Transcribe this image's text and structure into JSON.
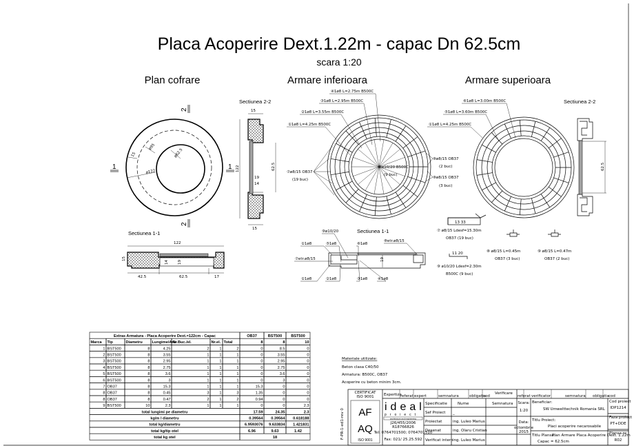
{
  "header": {
    "title": "Placa Acoperire Dext.1.22m - capac Dn 62.5cm",
    "scale": "scara 1:20"
  },
  "views": {
    "plan_cofrare": "Plan cofrare",
    "armare_inferioara": "Armare inferioara",
    "armare_superioara": "Armare superioara"
  },
  "plan": {
    "section_mark_1": "1",
    "section_mark_2": "2",
    "d_inner": "ø62.5",
    "d_mid": "ø95",
    "d_outer": "ø122",
    "rim": "15",
    "section_2_2": "Sectiunea 2-2",
    "s22_dims": {
      "top": "15",
      "height": "122",
      "opening": "62.5",
      "d19": "19",
      "d14": "14",
      "bottom": "15"
    },
    "section_1_1": "Sectiunea 1-1",
    "s11_dims": {
      "width": "122",
      "h15": "15",
      "d14": "14",
      "d19": "19",
      "left": "42.5",
      "mid": "62.5",
      "right": "17"
    }
  },
  "armare_inf": {
    "labels": [
      "④1ø8 L=2.75m B500C",
      "③1ø8 L=2.95m B500C",
      "②1ø8 L=3.55m B500C",
      "①1ø8 L=4.25m B500C"
    ],
    "stirrup_7": "⑦ø8/15 OB37",
    "stirrup_7_count": "(19 buc)",
    "bar_9": "⑨ø10/20 B500C",
    "bar_9_count": "(9 buc)",
    "stirrup_8a": "⑧ø8/15 OB37",
    "stirrup_8a_count": "(2 buc)",
    "stirrup_8b": "⑧ø8/15 OB37",
    "stirrup_8b_count": "(3 buc)"
  },
  "armare_sup": {
    "labels": [
      "⑥1ø8 L=3.00m B500C",
      "⑤1ø8 L=3.60m B500C",
      "①1ø8 L=4.25m B500C"
    ],
    "section_2_2": "Sectiunea 2-2",
    "opening": "62.5"
  },
  "section_reinf": {
    "title": "Sectiunea 1-1",
    "top_labels": [
      "⑨ø10/20",
      "①1ø8",
      "⑤1ø8",
      "⑥1ø8",
      "⑧etr.ø8/15"
    ],
    "left_label": "⑦etr.ø8/15",
    "bottom_labels": [
      "①1ø8",
      "②1ø8",
      "③1ø8",
      "④1ø8"
    ],
    "dim": "19"
  },
  "bar_shapes": {
    "b7_dims": "13   33",
    "b7_line1": "⑦ ø8/15 Ldesf=15.30m",
    "b7_line2": "OB37 (19 buc)",
    "b9_dims": "11   20",
    "b9_line1": "⑨ ø10/20 Ldesf=2.30m",
    "b9_line2": "B500C (9 buc)",
    "b8_line1": "⑧ ø8/15 L=0.45m",
    "b8_line2": "OB37 (3 buc)",
    "b9s_line1": "⑨ ø8/15 L=0.47m",
    "b9s_line2": "OB37 (2 buc)"
  },
  "notes": {
    "heading": "Materiale utilizate:",
    "lines": [
      "Beton clasa C40/50",
      "Armatura: B500C, OB37",
      "Acoperire cu beton minim 3cm."
    ]
  },
  "rebar_table": {
    "title": "Extras Armatura - Placa Acoperire Dext.=122cm - Capac",
    "steel_headers": [
      "OB37",
      "BST500",
      "BST500"
    ],
    "columns": [
      "Marca",
      "Tip",
      "Diametru",
      "Lungime/Arie",
      "Nr.Buc./el.",
      "Nr.el.",
      "Total"
    ],
    "diameters": [
      "8",
      "8",
      "10"
    ],
    "rows": [
      [
        "1",
        "BST500",
        "8",
        "4.25",
        "2",
        "1",
        "2",
        "0",
        "8.5",
        "0"
      ],
      [
        "2",
        "BST500",
        "8",
        "3.55",
        "1",
        "1",
        "1",
        "0",
        "3.55",
        "0"
      ],
      [
        "3",
        "BST500",
        "8",
        "2.95",
        "1",
        "1",
        "1",
        "0",
        "2.95",
        "0"
      ],
      [
        "4",
        "BST500",
        "8",
        "2.75",
        "1",
        "1",
        "1",
        "0",
        "2.75",
        "0"
      ],
      [
        "5",
        "BST500",
        "8",
        "3.6",
        "1",
        "1",
        "1",
        "0",
        "3.6",
        "0"
      ],
      [
        "6",
        "BST500",
        "8",
        "3",
        "1",
        "1",
        "1",
        "0",
        "3",
        "0"
      ],
      [
        "7",
        "OB37",
        "8",
        "15.3",
        "1",
        "1",
        "1",
        "15.3",
        "0",
        "0"
      ],
      [
        "8",
        "OB37",
        "8",
        "0.45",
        "3",
        "1",
        "3",
        "1.35",
        "0",
        "0"
      ],
      [
        "8",
        "OB37",
        "8",
        "0.47",
        "2",
        "1",
        "2",
        "0.94",
        "0",
        "0"
      ],
      [
        "9",
        "BST500",
        "10",
        "2.3",
        "1",
        "1",
        "1",
        "0",
        "0",
        "2.3"
      ]
    ],
    "totals": [
      {
        "label": "total lungimi pe diametru",
        "values": [
          "17.59",
          "24.35",
          "2.3"
        ]
      },
      {
        "label": "kg/m l diametru",
        "values": [
          "0.39564",
          "0.39564",
          "0.618188"
        ]
      },
      {
        "label": "total kg/diametru",
        "values": [
          "6.9593076",
          "9.633834",
          "1.421831"
        ]
      },
      {
        "label": "total kg/tip otel",
        "values": [
          "6.96",
          "9.63",
          "1.42"
        ]
      }
    ],
    "grand_total_label": "total kg otel",
    "grand_total": "18"
  },
  "title_block": {
    "form_code": "F-PR-1-ed1-rev 0",
    "certificate": "CERTIFICAT",
    "iso": "ISO 9001",
    "afaq_logo": [
      "AF",
      "AQ",
      "ISO 9001"
    ],
    "expertiza": "Expertiza",
    "expertiza_cols": [
      "referat",
      "expert",
      "semnatura",
      "obligatia",
      "cod"
    ],
    "verificare": "Verificare",
    "verificare_cols": [
      "referat",
      "verificator",
      "semnatura",
      "obligatia",
      "cod"
    ],
    "company_logo": "ideal",
    "company_sub": "proiect",
    "company_tag": "architecture and engineering",
    "company_info": [
      "J26/455/2006",
      "R18766826",
      "Tel: 0764701500; 0764701510",
      "Fax: 021/ 25.25.592"
    ],
    "staff_headers": [
      "Specificatie",
      "Nume",
      "Semnatura"
    ],
    "staff": [
      {
        "role": "Sef Proiect",
        "name": "_"
      },
      {
        "role": "Proiectat",
        "name": "ing. Luleo Marius"
      },
      {
        "role": "Desenat",
        "name": "ing. Olaru Cristian"
      },
      {
        "role": "Verificat intern",
        "name": "ing. Luleo Marius"
      }
    ],
    "scale_label": "Scara:",
    "scale_value": "1:20",
    "date_label": "Data:",
    "date_value_1": "octombrie",
    "date_value_2": "2015",
    "beneficiary_label": "Beneficiar:",
    "beneficiary": "SW Umwelttechnik Romania SRL",
    "project_title_label": "Titlu Proiect:",
    "project_title": "Placi acoperire necarosabile",
    "sheet_title_label": "Titlu Plansa:",
    "sheet_title": "Plan Armare Placa Acoperire Dext. 1.22m",
    "sheet_title_2": "Capac = 62.5cm",
    "project_code_label": "Cod proiect",
    "project_code": "IDP1214",
    "phase_label": "Faza proiect",
    "phase": "PT+DDE",
    "sheet_no_label": "Plansa nr.",
    "sheet_no": "R02"
  }
}
